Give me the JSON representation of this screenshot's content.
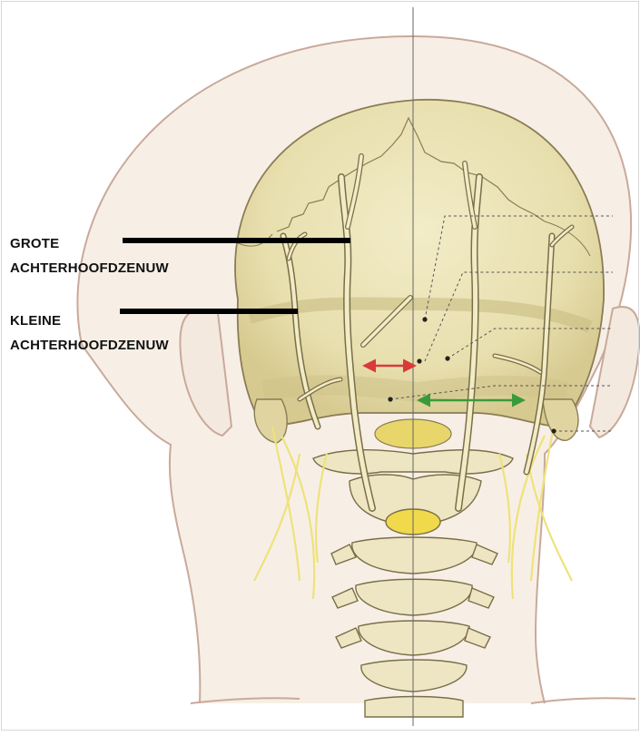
{
  "labels": {
    "greater_occipital_nerve": {
      "line1": "GROTE",
      "line2": "ACHTERHOOFDZENUW"
    },
    "lesser_occipital_nerve": {
      "line1": "KLEINE",
      "line2": "ACHTERHOOFDZENUW"
    }
  },
  "colors": {
    "skin_outline": "#c9a99a",
    "skull_fill": "#ebe3b6",
    "skull_shadow": "#d8cd94",
    "bone_outline": "#8a7c55",
    "nerve_fill": "#f1ecc6",
    "nerve_outline": "#7a6e48",
    "vertebra_fill": "#eee6c2",
    "yellow_nerve": "#eee27a",
    "foramen": "#f0d94a",
    "leader_line": "#000000",
    "red_marker": "#d93a3a",
    "green_marker": "#3a9a3a",
    "midline": "#666666"
  },
  "icons": {
    "red_marker": "double-arrow",
    "green_marker": "double-arrow"
  }
}
